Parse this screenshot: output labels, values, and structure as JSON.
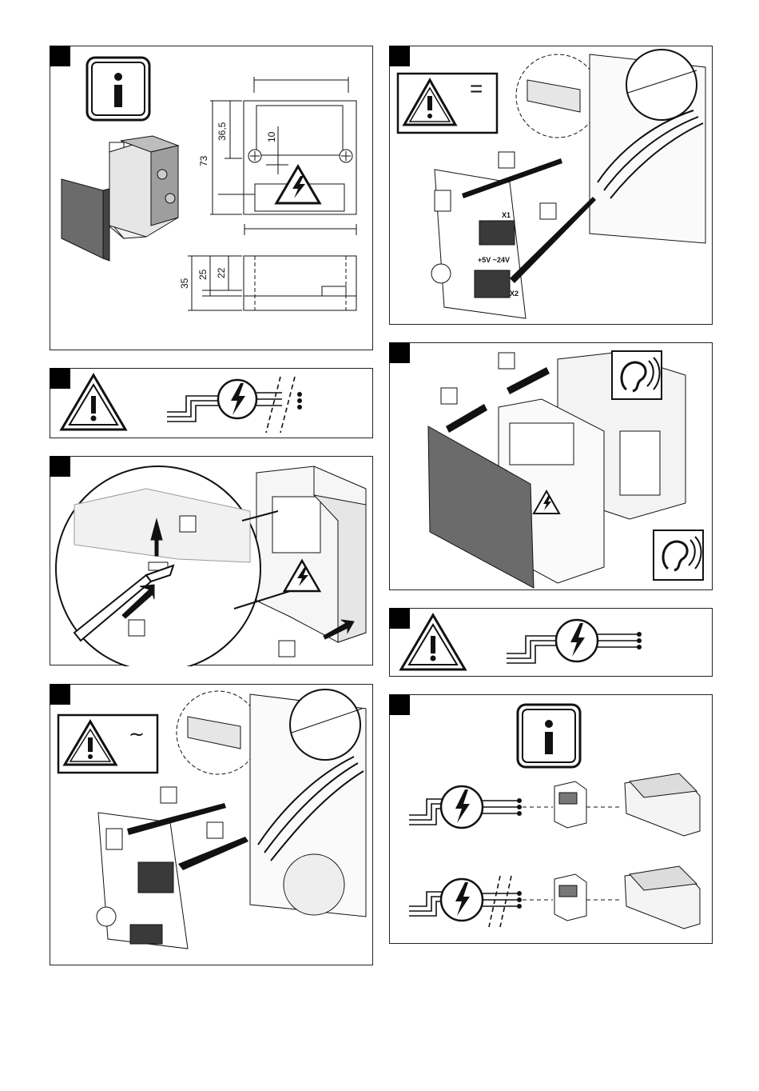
{
  "dimensions": {
    "width_top": "",
    "height_total": "73",
    "height_upper": "36,5",
    "small_offset": "10",
    "depth_total": "35",
    "depth_mid": "25",
    "depth_inner": "22"
  },
  "symbols": {
    "equals": "=",
    "tilde": "~",
    "terminal_x1": "X1",
    "terminal_x2": "X2",
    "pcb_label": "+5V ~24V"
  },
  "icons": [
    "info-icon",
    "warning-icon",
    "lightning-icon",
    "ear-icon",
    "screwdriver-icon"
  ],
  "colors": {
    "dark_panel": "#6b6b6b",
    "terminal": "#3a3a3a",
    "line": "#111111"
  }
}
